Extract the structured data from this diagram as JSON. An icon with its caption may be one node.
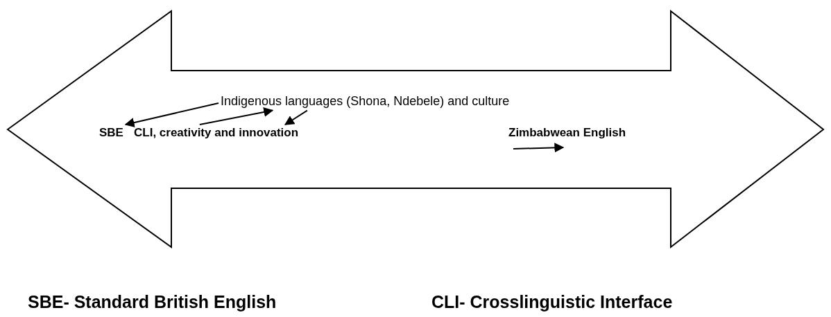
{
  "diagram": {
    "nodes": [
      {
        "text": [],
        "shape": "double-arrow"
      },
      {
        "text": [
          "Indigenous languages (Shona, Ndebele) and culture"
        ],
        "in": 0
      },
      {
        "text": [
          "SBE"
        ],
        "in": 0
      },
      {
        "text": [
          "CLI, creativity and innovation"
        ],
        "in": 0
      },
      {
        "text": [
          "Zimbabwean English"
        ],
        "in": 0
      }
    ],
    "edges": [
      {
        "from": 1,
        "to": 2,
        "arrow": "to"
      },
      {
        "from": 3,
        "to": 1,
        "arrow": "to"
      },
      {
        "from": 1,
        "to": 3,
        "arrow": "to"
      }
    ],
    "labels": [
      "SBE- Standard British English",
      "CLI- Crosslinguistic Interface"
    ]
  }
}
